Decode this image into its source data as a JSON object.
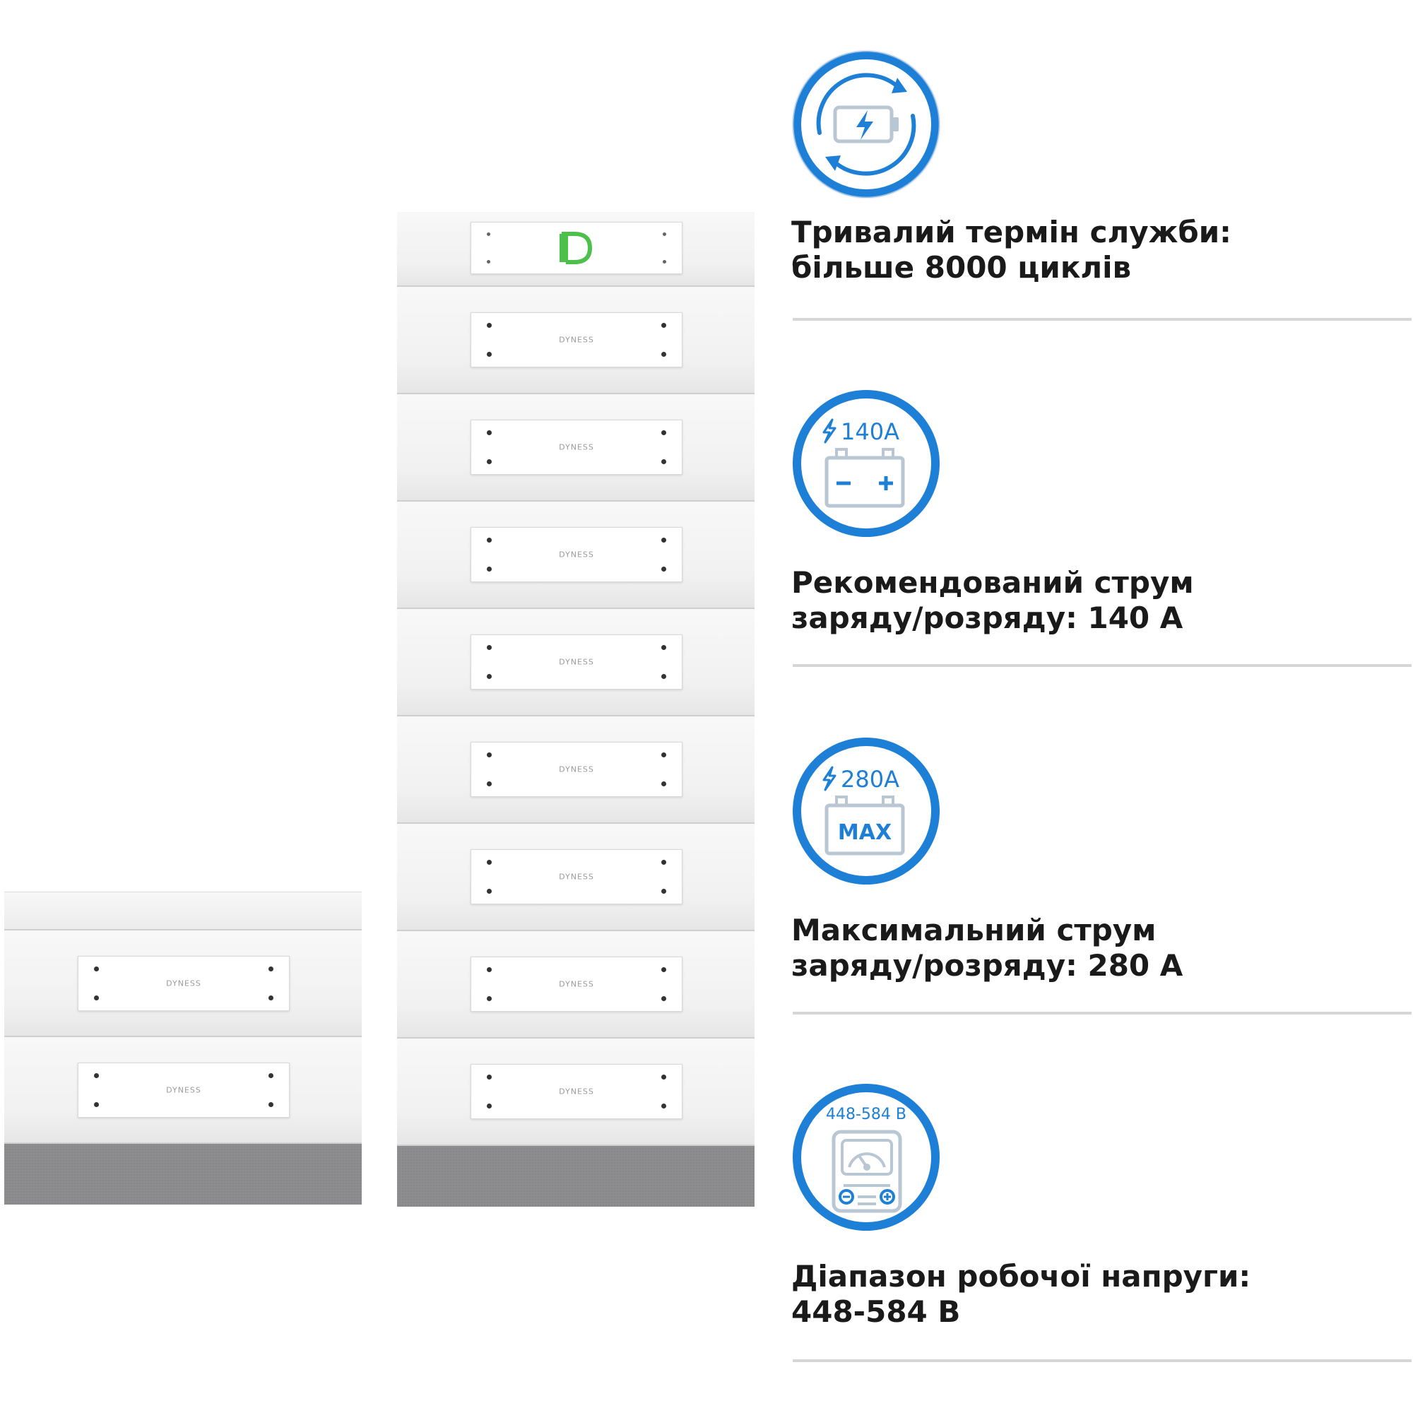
{
  "product": {
    "brand_mark": "DYNESS",
    "logo_letter": "D",
    "logo_color": "#4cc04a",
    "left_stack_modules": 2,
    "right_stack_modules": 8
  },
  "accent_color": "#1e7fd6",
  "features": [
    {
      "icon": "battery-cycle-icon",
      "line1": "Тривалий термін служби:",
      "line2": "більше 8000 циклів"
    },
    {
      "icon": "battery-current-140-icon",
      "icon_label": "140A",
      "line1": "Рекомендований струм",
      "line2": "заряду/розряду: 140 А"
    },
    {
      "icon": "battery-max-current-280-icon",
      "icon_label": "280A",
      "icon_badge": "MAX",
      "line1": "Максимальний струм",
      "line2": "заряду/розряду: 280 А"
    },
    {
      "icon": "voltmeter-icon",
      "icon_label": "448-584 B",
      "line1": "Діапазон робочої напруги:",
      "line2": "448-584 В"
    }
  ]
}
